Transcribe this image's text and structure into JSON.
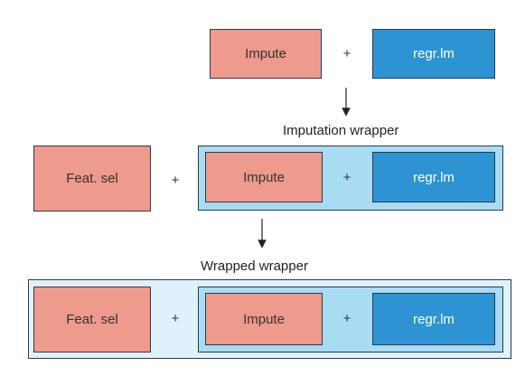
{
  "row1": {
    "impute_label": "Impute",
    "plus": "+",
    "regr_label": "regr.lm"
  },
  "imputation_wrapper": {
    "caption": "Imputation wrapper"
  },
  "row2": {
    "featsel_label": "Feat. sel",
    "plus_outer": "+",
    "impute_label": "Impute",
    "plus_inner": "+",
    "regr_label": "regr.lm"
  },
  "wrapped_wrapper": {
    "caption": "Wrapped wrapper"
  },
  "row3": {
    "featsel_label": "Feat. sel",
    "plus_outer": "+",
    "impute_label": "Impute",
    "plus_inner": "+",
    "regr_label": "regr.lm"
  },
  "colors": {
    "learner_fill": "#ee9a8c",
    "model_fill": "#2e93d3",
    "inner_wrapper_fill": "#a9dcf3",
    "outer_wrapper_fill": "#dff1fa",
    "border": "#2b3a4a"
  }
}
